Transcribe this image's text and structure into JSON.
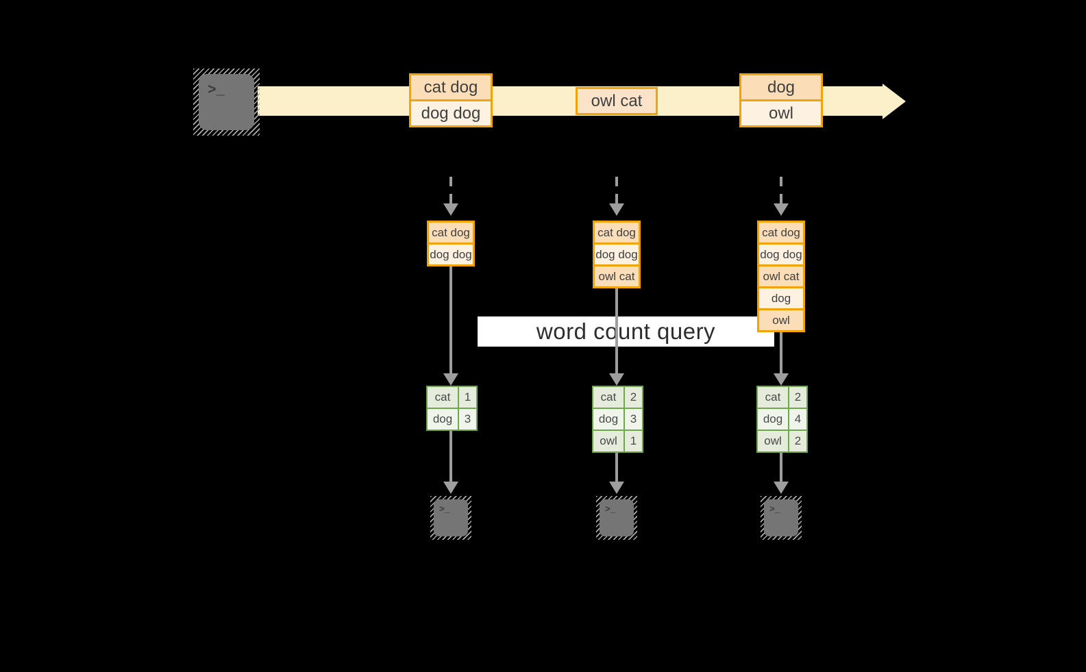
{
  "colors": {
    "background": "#000000",
    "stream_band": "#FBF0C9",
    "record_border_orange": "#F0A30A",
    "record_fill_peach": "#FBDDB8",
    "record_fill_cream": "#FDF2E2",
    "table_border_green": "#6FA84C",
    "table_fill_dark": "#E5ECDB",
    "table_fill_light": "#F0F5EB",
    "arrow_gray": "#9E9E9E",
    "terminal_gray": "#757575",
    "banner_background": "#FFFFFF"
  },
  "icons": {
    "terminal_prompt": ">_"
  },
  "stream": {
    "batches": [
      {
        "lines": [
          "cat dog",
          "dog dog"
        ]
      },
      {
        "lines": [
          "owl cat"
        ]
      },
      {
        "lines": [
          "dog",
          "owl"
        ]
      }
    ]
  },
  "banner": {
    "label": "word count query"
  },
  "columns": [
    {
      "inputs": [
        "cat dog",
        "dog dog"
      ],
      "counts": [
        {
          "word": "cat",
          "count": "1"
        },
        {
          "word": "dog",
          "count": "3"
        }
      ]
    },
    {
      "inputs": [
        "cat dog",
        "dog dog",
        "owl cat"
      ],
      "counts": [
        {
          "word": "cat",
          "count": "2"
        },
        {
          "word": "dog",
          "count": "3"
        },
        {
          "word": "owl",
          "count": "1"
        }
      ]
    },
    {
      "inputs": [
        "cat dog",
        "dog dog",
        "owl cat",
        "dog",
        "owl"
      ],
      "counts": [
        {
          "word": "cat",
          "count": "2"
        },
        {
          "word": "dog",
          "count": "4"
        },
        {
          "word": "owl",
          "count": "2"
        }
      ]
    }
  ]
}
